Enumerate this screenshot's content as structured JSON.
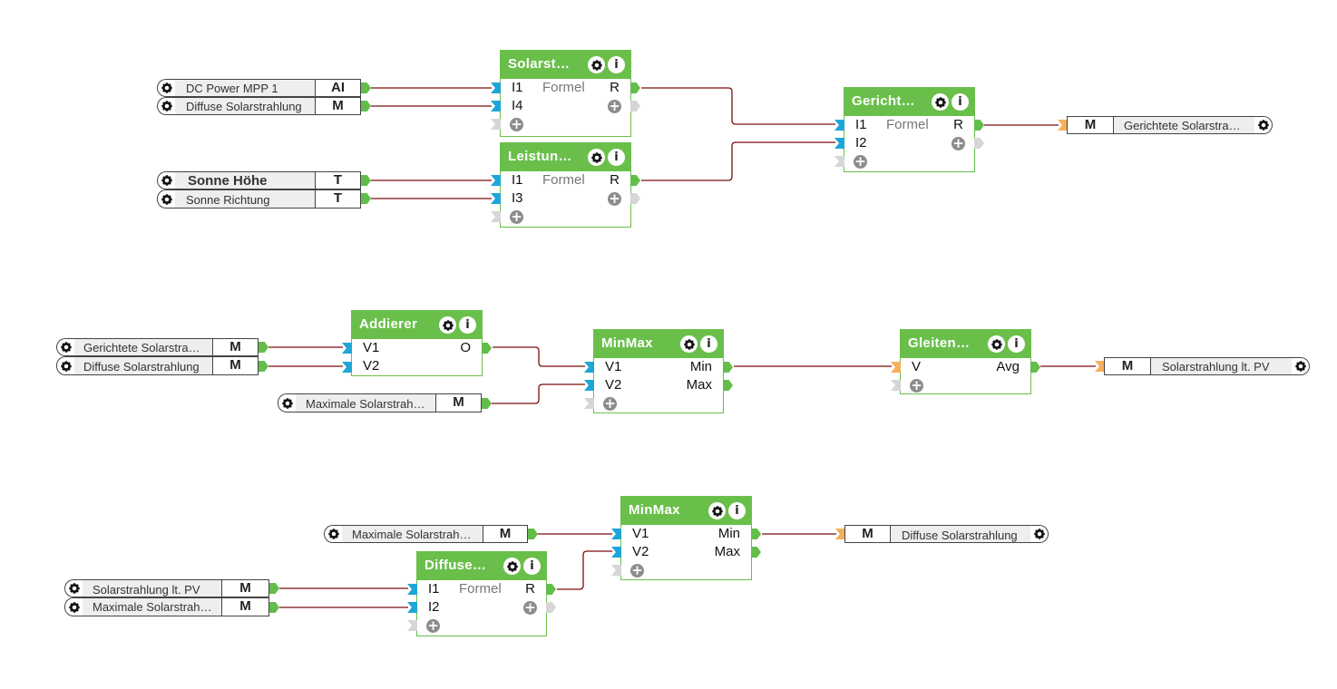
{
  "colors": {
    "block_header": "#6abf4b",
    "input_port": "#1ea6d6",
    "input_port_orange": "#f5b05a",
    "output_port": "#62bd4b",
    "unused_port": "#d6d6d6",
    "wire": "#7a0f0f"
  },
  "icons": {
    "settings": "gear-icon",
    "info": "info-icon",
    "add": "plus-icon"
  },
  "add_symbol": "+",
  "info_symbol": "i",
  "blocks": {
    "solarst": {
      "title": "Solarst…",
      "inputs": [
        "I1",
        "I4"
      ],
      "middle": "Formel",
      "outputs": [
        "R"
      ]
    },
    "leistun": {
      "title": "Leistun…",
      "inputs": [
        "I1",
        "I3"
      ],
      "middle": "Formel",
      "outputs": [
        "R"
      ]
    },
    "gericht": {
      "title": "Gericht…",
      "inputs": [
        "I1",
        "I2"
      ],
      "middle": "Formel",
      "outputs": [
        "R"
      ]
    },
    "addierer": {
      "title": "Addierer",
      "inputs": [
        "V1",
        "V2"
      ],
      "outputs": [
        "O"
      ]
    },
    "minmax1": {
      "title": "MinMax",
      "inputs": [
        "V1",
        "V2"
      ],
      "outputs": [
        "Min",
        "Max"
      ]
    },
    "gleiten": {
      "title": "Gleiten…",
      "inputs": [
        "V"
      ],
      "outputs": [
        "Avg"
      ]
    },
    "minmax2": {
      "title": "MinMax",
      "inputs": [
        "V1",
        "V2"
      ],
      "outputs": [
        "Min",
        "Max"
      ]
    },
    "diffuse": {
      "title": "Diffuse…",
      "inputs": [
        "I1",
        "I2"
      ],
      "middle": "Formel",
      "outputs": [
        "R"
      ]
    }
  },
  "io_inputs": {
    "dc_power": {
      "name": "DC Power MPP 1",
      "type": "AI"
    },
    "diffuse1": {
      "name": "Diffuse Solarstrahlung",
      "type": "M"
    },
    "sonne_hoehe": {
      "name": "Sonne Höhe",
      "type": "T"
    },
    "sonne_richtung": {
      "name": "Sonne Richtung",
      "type": "T"
    },
    "gerichtete_in": {
      "name": "Gerichtete Solarstra…",
      "type": "M"
    },
    "diffuse2": {
      "name": "Diffuse Solarstrahlung",
      "type": "M"
    },
    "maximale1": {
      "name": "Maximale Solarstrah…",
      "type": "M"
    },
    "maximale2": {
      "name": "Maximale Solarstrah…",
      "type": "M"
    },
    "solar_pv_in": {
      "name": "Solarstrahlung lt. PV",
      "type": "M"
    },
    "maximale3": {
      "name": "Maximale Solarstrah…",
      "type": "M"
    }
  },
  "io_outputs": {
    "gerichtete_out": {
      "name": "Gerichtete Solarstra…",
      "type": "M"
    },
    "solar_pv_out": {
      "name": "Solarstrahlung lt. PV",
      "type": "M"
    },
    "diffuse_out": {
      "name": "Diffuse Solarstrahlung",
      "type": "M"
    }
  }
}
